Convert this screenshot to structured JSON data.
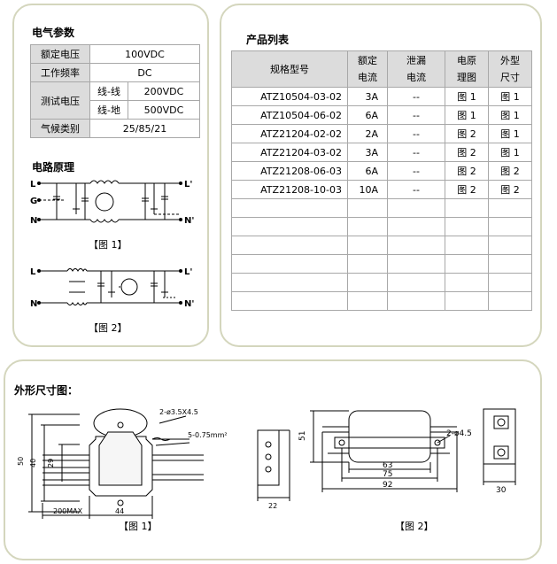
{
  "params": {
    "title": "电气参数",
    "rows": [
      {
        "label": "额定电压",
        "value": "100VDC"
      },
      {
        "label": "工作频率",
        "value": "DC"
      }
    ],
    "test_voltage": {
      "label": "测试电压",
      "sub": [
        {
          "label": "线-线",
          "value": "200VDC"
        },
        {
          "label": "线-地",
          "value": "500VDC"
        }
      ]
    },
    "climate": {
      "label": "气候类别",
      "value": "25/85/21"
    }
  },
  "circuit": {
    "title": "电路原理",
    "fig1_caption": "【图 1】",
    "fig2_caption": "【图 2】",
    "fig1_labels": {
      "l": "L",
      "g": "G",
      "n": "N",
      "l_out": "L'",
      "n_out": "N'"
    },
    "fig2_labels": {
      "l": "L",
      "n": "N",
      "l_out": "L'",
      "n_out": "N'"
    }
  },
  "products": {
    "title": "产品列表",
    "headers": {
      "model": "规格型号",
      "current": [
        "额定",
        "电流"
      ],
      "leakage": [
        "泄漏",
        "电流"
      ],
      "schematic": [
        "电原",
        "理图"
      ],
      "size": [
        "外型",
        "尺寸"
      ]
    },
    "rows": [
      {
        "model": "ATZ10504-03-02",
        "current": "3A",
        "leakage": "--",
        "schematic": "图 1",
        "size": "图 1"
      },
      {
        "model": "ATZ10504-06-02",
        "current": "6A",
        "leakage": "--",
        "schematic": "图 1",
        "size": "图 1"
      },
      {
        "model": "ATZ21204-02-02",
        "current": "2A",
        "leakage": "--",
        "schematic": "图 2",
        "size": "图 1"
      },
      {
        "model": "ATZ21204-03-02",
        "current": "3A",
        "leakage": "--",
        "schematic": "图 2",
        "size": "图 1"
      },
      {
        "model": "ATZ21208-06-03",
        "current": "6A",
        "leakage": "--",
        "schematic": "图 2",
        "size": "图 2"
      },
      {
        "model": "ATZ21208-10-03",
        "current": "10A",
        "leakage": "--",
        "schematic": "图 2",
        "size": "图 2"
      }
    ],
    "empty_rows": 6
  },
  "dims": {
    "title": "外形尺寸图：",
    "fig1_caption": "【图 1】",
    "fig2_caption": "【图 2】",
    "fig1": {
      "hole_note": "2-ø3.5X4.5",
      "wire_note": "5-0.75mm²",
      "d50": "50",
      "d40": "40",
      "d29": "29",
      "d200max": "200MAX",
      "d44": "44",
      "d22": "22"
    },
    "fig2": {
      "hole_note": "2-ø4.5",
      "d51": "51",
      "d63": "63",
      "d75": "75",
      "d92": "92",
      "d30": "30"
    }
  }
}
